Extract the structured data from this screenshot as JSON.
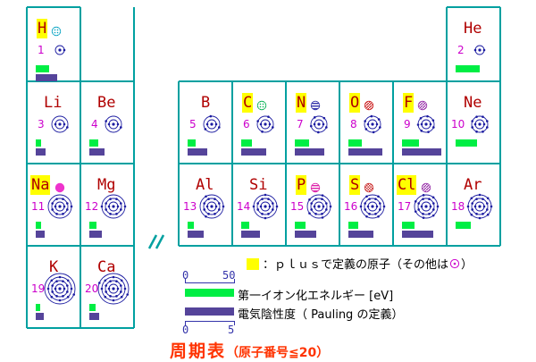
{
  "elements": [
    {
      "symbol": "H",
      "z": "1",
      "period": 1,
      "group": 1,
      "shells": [
        1
      ],
      "ionization_ev": 13.6,
      "electronegativity": 2.2,
      "plus": true,
      "dot": "dotted-cyan"
    },
    {
      "symbol": "He",
      "z": "2",
      "period": 1,
      "group": 18,
      "shells": [
        2
      ],
      "ionization_ev": 24.6,
      "electronegativity": null,
      "plus": false,
      "dot": ""
    },
    {
      "symbol": "Li",
      "z": "3",
      "period": 2,
      "group": 1,
      "shells": [
        2,
        1
      ],
      "ionization_ev": 5.4,
      "electronegativity": 0.98,
      "plus": false,
      "dot": ""
    },
    {
      "symbol": "Be",
      "z": "4",
      "period": 2,
      "group": 2,
      "shells": [
        2,
        2
      ],
      "ionization_ev": 9.3,
      "electronegativity": 1.57,
      "plus": false,
      "dot": ""
    },
    {
      "symbol": "B",
      "z": "5",
      "period": 2,
      "group": 13,
      "shells": [
        2,
        3
      ],
      "ionization_ev": 8.3,
      "electronegativity": 2.04,
      "plus": false,
      "dot": ""
    },
    {
      "symbol": "C",
      "z": "6",
      "period": 2,
      "group": 14,
      "shells": [
        2,
        4
      ],
      "ionization_ev": 11.3,
      "electronegativity": 2.55,
      "plus": true,
      "dot": "dotted-green"
    },
    {
      "symbol": "N",
      "z": "7",
      "period": 2,
      "group": 15,
      "shells": [
        2,
        5
      ],
      "ionization_ev": 14.5,
      "electronegativity": 3.04,
      "plus": true,
      "dot": "striped-blue"
    },
    {
      "symbol": "O",
      "z": "8",
      "period": 2,
      "group": 16,
      "shells": [
        2,
        6
      ],
      "ionization_ev": 13.6,
      "electronegativity": 3.44,
      "plus": true,
      "dot": "striped-red"
    },
    {
      "symbol": "F",
      "z": "9",
      "period": 2,
      "group": 17,
      "shells": [
        2,
        7
      ],
      "ionization_ev": 17.4,
      "electronegativity": 3.98,
      "plus": true,
      "dot": "diag-purple"
    },
    {
      "symbol": "Ne",
      "z": "10",
      "period": 2,
      "group": 18,
      "shells": [
        2,
        8
      ],
      "ionization_ev": 21.6,
      "electronegativity": null,
      "plus": false,
      "dot": ""
    },
    {
      "symbol": "Na",
      "z": "11",
      "period": 3,
      "group": 1,
      "shells": [
        2,
        8,
        1
      ],
      "ionization_ev": 5.1,
      "electronegativity": 0.93,
      "plus": true,
      "dot": "solid-magenta"
    },
    {
      "symbol": "Mg",
      "z": "12",
      "period": 3,
      "group": 2,
      "shells": [
        2,
        8,
        2
      ],
      "ionization_ev": 7.6,
      "electronegativity": 1.31,
      "plus": false,
      "dot": ""
    },
    {
      "symbol": "Al",
      "z": "13",
      "period": 3,
      "group": 13,
      "shells": [
        2,
        8,
        3
      ],
      "ionization_ev": 6.0,
      "electronegativity": 1.61,
      "plus": false,
      "dot": ""
    },
    {
      "symbol": "Si",
      "z": "14",
      "period": 3,
      "group": 14,
      "shells": [
        2,
        8,
        4
      ],
      "ionization_ev": 8.2,
      "electronegativity": 1.9,
      "plus": false,
      "dot": ""
    },
    {
      "symbol": "P",
      "z": "15",
      "period": 3,
      "group": 15,
      "shells": [
        2,
        8,
        5
      ],
      "ionization_ev": 10.5,
      "electronegativity": 2.19,
      "plus": true,
      "dot": "striped-magenta"
    },
    {
      "symbol": "S",
      "z": "16",
      "period": 3,
      "group": 16,
      "shells": [
        2,
        8,
        6
      ],
      "ionization_ev": 10.4,
      "electronegativity": 2.58,
      "plus": true,
      "dot": "check-red"
    },
    {
      "symbol": "Cl",
      "z": "17",
      "period": 3,
      "group": 17,
      "shells": [
        2,
        8,
        7
      ],
      "ionization_ev": 13.0,
      "electronegativity": 3.16,
      "plus": true,
      "dot": "diag-purple"
    },
    {
      "symbol": "Ar",
      "z": "18",
      "period": 3,
      "group": 18,
      "shells": [
        2,
        8,
        8
      ],
      "ionization_ev": 15.8,
      "electronegativity": null,
      "plus": false,
      "dot": ""
    },
    {
      "symbol": "K",
      "z": "19",
      "period": 4,
      "group": 1,
      "shells": [
        2,
        8,
        8,
        1
      ],
      "ionization_ev": 4.3,
      "electronegativity": 0.82,
      "plus": false,
      "dot": ""
    },
    {
      "symbol": "Ca",
      "z": "20",
      "period": 4,
      "group": 2,
      "shells": [
        2,
        8,
        8,
        2
      ],
      "ionization_ev": 6.1,
      "electronegativity": 1.0,
      "plus": false,
      "dot": ""
    }
  ],
  "colors": {
    "grid": "#00a0a0",
    "symbol": "#b00000",
    "atomic_number": "#cc00cc",
    "orbit": "#1a1aa0",
    "electron": "#1a1aa0",
    "plus_highlight": "#ffff00",
    "ionization_bar": "#00ee44",
    "electronegativity_bar": "#55449a",
    "title": "#ff3300",
    "scale": "#3333aa"
  },
  "legend": {
    "plus_text": "：ｐｌｕｓで定義の原子（その他は",
    "plus_text_end": "）",
    "scale_top_min": "0",
    "scale_top_max": "50",
    "scale_bottom_min": "0",
    "scale_bottom_max": "5",
    "ionization_label": "第一イオン化エネルギー [eV]",
    "electronegativity_label": "電気陰性度（ Pauling の定義）",
    "ionization_max": 50,
    "electronegativity_max": 5
  },
  "title": {
    "main": "周期表",
    "sub": "（原子番号≦20）"
  }
}
